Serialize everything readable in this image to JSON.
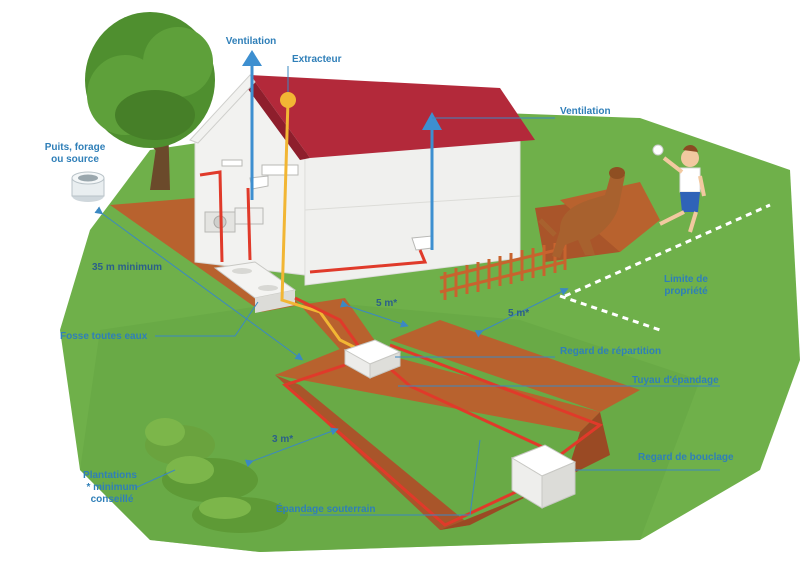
{
  "labels": {
    "ventilation_left": "Ventilation",
    "extracteur": "Extracteur",
    "ventilation_right": "Ventilation",
    "puits_line1": "Puits, forage",
    "puits_line2": "ou source",
    "distance_35": "35 m minimum",
    "fosse": "Fosse toutes eaux",
    "distance_5_a": "5 m*",
    "distance_5_b": "5 m*",
    "limite_line1": "Limite de",
    "limite_line2": "propriété",
    "regard_repartition": "Regard de répartition",
    "tuyau": "Tuyau d'épandage",
    "distance_3": "3 m*",
    "regard_bouclage": "Regard de bouclage",
    "plantations_line1": "Plantations",
    "plantations_line2": "* minimum",
    "plantations_line3": "conseillé",
    "epandage": "Épandage souterrain"
  },
  "colors": {
    "grass": "#6fb04a",
    "roof": "#b3293a",
    "pipe_red": "#e03a2a",
    "pipe_yellow": "#f2b634",
    "trench": "#b8622e",
    "label_blue": "#2f7fb8",
    "arrow_blue": "#3d8fd0"
  }
}
